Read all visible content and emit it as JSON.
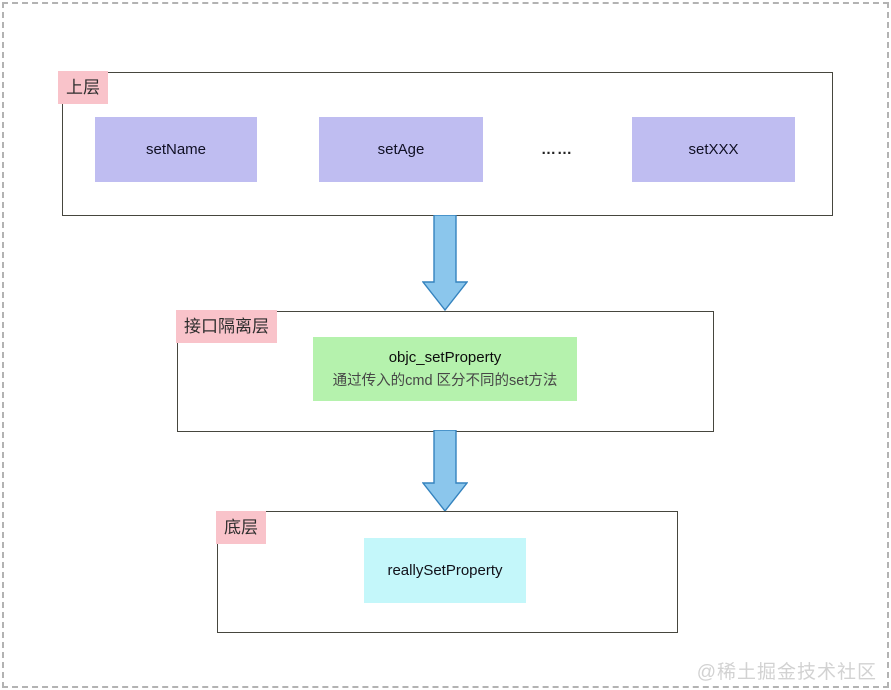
{
  "diagram": {
    "layers": [
      {
        "label": "上层",
        "boxes": [
          "setName",
          "setAge",
          "setXXX"
        ],
        "dots": "……"
      },
      {
        "label": "接口隔离层",
        "box_title": "objc_setProperty",
        "box_subtitle": "通过传入的cmd 区分不同的set方法"
      },
      {
        "label": "底层",
        "box": "reallySetProperty"
      }
    ],
    "arrows": [
      {
        "name": "arrow-upper-to-interface",
        "direction": "down"
      },
      {
        "name": "arrow-interface-to-bottom",
        "direction": "down"
      }
    ],
    "colors": {
      "label_bg": "#f9c3ca",
      "box_purple": "#bfbdf1",
      "box_green": "#b5f2ad",
      "box_cyan": "#c4f7fa",
      "arrow_fill": "#8bc6ec",
      "arrow_stroke": "#3583be",
      "container_border": "#46463e",
      "frame_dash": "#b3b3b3",
      "watermark_text": "#d2d2d2"
    }
  },
  "watermark": "@稀土掘金技术社区"
}
